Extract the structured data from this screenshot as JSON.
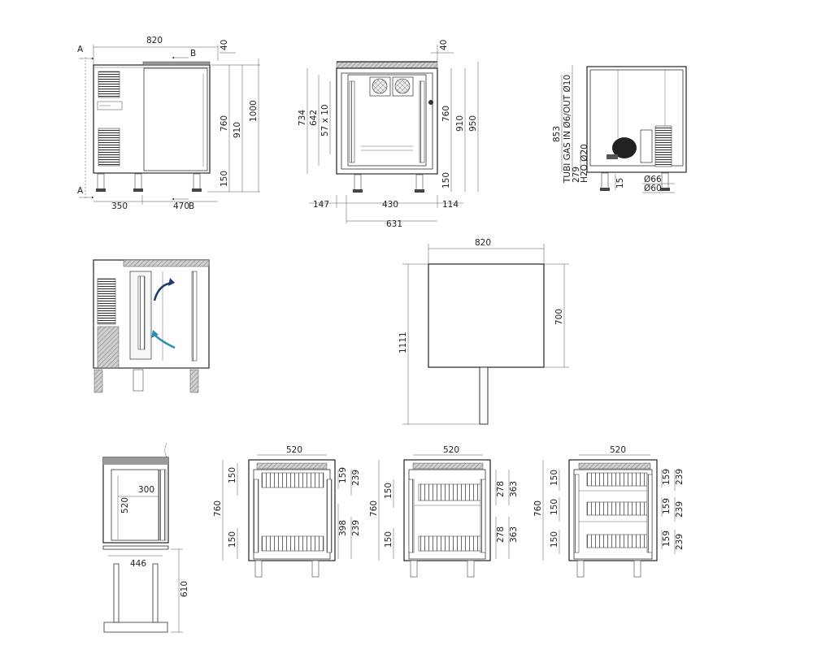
{
  "front": {
    "width": "820",
    "top_gap": "40",
    "h_760": "760",
    "h_910": "910",
    "h_1000": "1000",
    "h_150": "150",
    "left": "350",
    "right": "470",
    "section_a": "A",
    "section_b": "B"
  },
  "side": {
    "top_gap": "40",
    "h_734": "734",
    "h_642": "642",
    "h_shelves": "57 x 10",
    "h_760": "760",
    "h_910": "910",
    "h_950": "950",
    "h_150": "150",
    "d_147": "147",
    "d_430": "430",
    "d_114": "114",
    "d_631": "631"
  },
  "back": {
    "h_853": "853",
    "gas_label": "TUBI GAS IN Ø6/OUT Ø10",
    "h_279": "279",
    "h2o_label": "H2O Ø20",
    "h_15": "15",
    "d_66": "Ø66",
    "d_60": "Ø60"
  },
  "plan": {
    "width": "820",
    "depth": "700",
    "open_depth": "1111"
  },
  "pan_view": {
    "w_300": "300",
    "h_520": "520",
    "w_446": "446",
    "h_610": "610"
  },
  "config1": {
    "width": "520",
    "h_760": "760",
    "h_150a": "150",
    "h_150b": "150",
    "h_159": "159",
    "h_239": "239",
    "h_398": "398",
    "h_239b": "239"
  },
  "config2": {
    "width": "520",
    "h_760": "760",
    "h_150a": "150",
    "h_150b": "150",
    "h_278a": "278",
    "h_363a": "363",
    "h_278b": "278",
    "h_363b": "363"
  },
  "config3": {
    "width": "520",
    "h_760": "760",
    "h_150a": "150",
    "h_150b": "150",
    "h_150c": "150",
    "h_159a": "159",
    "h_239a": "239",
    "h_159b": "159",
    "h_239b": "239",
    "h_159c": "159",
    "h_239c": "239"
  }
}
